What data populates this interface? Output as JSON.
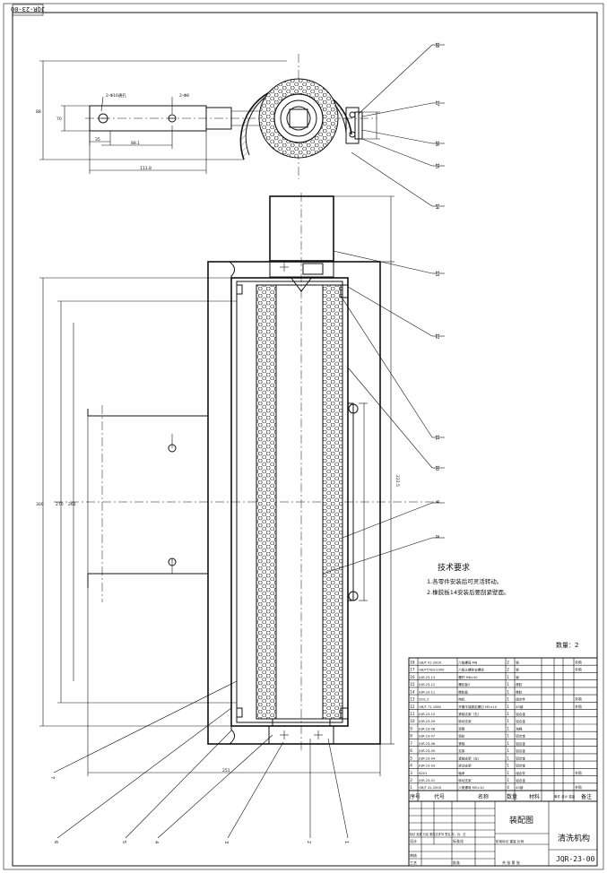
{
  "drawing_code_corner": "JQR-23-00",
  "tech_req": {
    "title": "技术要求",
    "lines": [
      "1.各零件安装后可灵活转动。",
      "2.橡胶板14安装后要刮紧壁面。"
    ]
  },
  "quantity_label": "数量：2",
  "leaders": [
    "1",
    "2",
    "3",
    "4",
    "5",
    "6",
    "7",
    "8",
    "9",
    "10",
    "11",
    "12",
    "13",
    "14",
    "15",
    "16",
    "17",
    "18"
  ],
  "top_dims": {
    "hole_note_left": "2-Φ10通孔",
    "hole_note_right": "2-Φ8",
    "d_35": "35",
    "d_88_1": "88.1",
    "d_111_8": "111.8",
    "d_70": "70",
    "d_88": "88"
  },
  "front_dims": {
    "d_251": "251",
    "d_222_5": "222.5",
    "d_260": "260",
    "d_300": "300",
    "d_270": "270"
  },
  "bom_rows": [
    [
      "18",
      "GB/T 41-2000",
      "六角螺母-M8",
      "2",
      "钢",
      "",
      "外购"
    ],
    [
      "17",
      "GB/T5783-2000",
      "六角头螺栓全螺纹",
      "2",
      "钢",
      "",
      "外购"
    ],
    [
      "16",
      "JQR-23-13",
      "螺杆 M8×40",
      "1",
      "钢",
      "",
      ""
    ],
    [
      "15",
      "JQR-23-12",
      "螺纹板2",
      "1",
      "橡胶",
      "",
      ""
    ],
    [
      "14",
      "JQR-23-11",
      "橡胶板",
      "1",
      "橡胶",
      "",
      ""
    ],
    [
      "13",
      "DG1.2",
      "电机",
      "1",
      "组合件",
      "",
      "外购"
    ],
    [
      "12",
      "GB/T 71-1985",
      "开槽平端紧定螺钉 M5×10",
      "1",
      "45钢",
      "",
      "外购"
    ],
    [
      "11",
      "JQR-23-10",
      "紧轴支架（右）",
      "1",
      "铝合金",
      "",
      ""
    ],
    [
      "10",
      "JQR-23-09",
      "转动支架",
      "1",
      "铝合金",
      "",
      ""
    ],
    [
      "9",
      "JQR-23-08",
      "滚筒",
      "1",
      "海绵",
      "",
      ""
    ],
    [
      "8",
      "JQR-23-07",
      "滚轮",
      "1",
      "铝合金",
      "",
      ""
    ],
    [
      "7",
      "JQR-23-06",
      "紧轴",
      "1",
      "铝合金",
      "",
      ""
    ],
    [
      "6",
      "JQR-23-05",
      "支架",
      "1",
      "铝合金",
      "",
      ""
    ],
    [
      "5",
      "JQR-23-04",
      "紧轴支架（左）",
      "1",
      "铝合金",
      "",
      ""
    ],
    [
      "4",
      "JQR-23-03",
      "转动支架",
      "1",
      "铝合金",
      "",
      ""
    ],
    [
      "3",
      "6201",
      "轴承",
      "1",
      "组合件",
      "",
      "外购"
    ],
    [
      "2",
      "JQR-23-01",
      "转动支架",
      "1",
      "铝合金",
      "",
      ""
    ],
    [
      "1",
      "GB/T 41-2000",
      "六角螺母 M5×10",
      "4",
      "45钢",
      "",
      "外购"
    ]
  ],
  "bom_header": {
    "seq": "序号",
    "code": "代号",
    "name": "名称",
    "qty": "数量",
    "material": "材料",
    "weight": "单件 总计 重量",
    "note": "备注"
  },
  "title_block": {
    "drawing_type": "装配图",
    "part_name": "清洗机构",
    "drawing_no": "JQR-23-00",
    "row_label_mark": "标记 处数 分区 更改文件号 签名 年、月、日",
    "design": "设计",
    "standardize": "标准化",
    "stage_mark": "阶段标记  重量  比例",
    "check": "审核",
    "process": "工艺",
    "approve": "批准",
    "sheet": "共 张 第 张"
  }
}
